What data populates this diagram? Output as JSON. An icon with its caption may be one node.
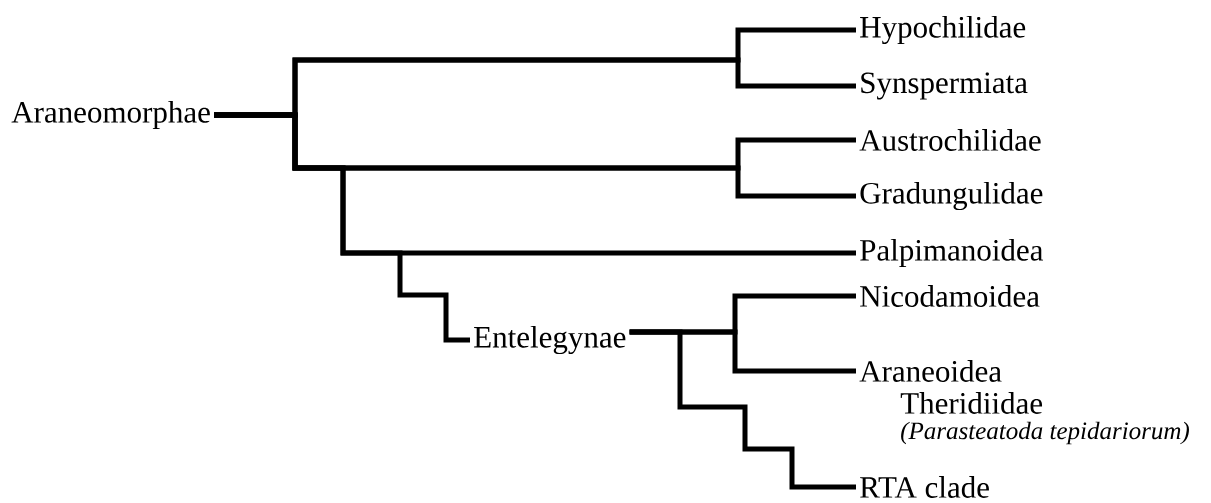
{
  "diagram": {
    "nodes": [
      {
        "text": [
          "Araneomorphae"
        ]
      },
      {
        "text": [
          "Hypochilidae"
        ]
      },
      {
        "text": [
          "Synspermiata"
        ]
      },
      {
        "text": [
          "Austrochilidae"
        ]
      },
      {
        "text": [
          "Gradungulidae"
        ]
      },
      {
        "text": [
          "Palpimanoidea"
        ]
      },
      {
        "text": [
          "Entelegynae"
        ]
      },
      {
        "text": [
          "Nicodamoidea"
        ]
      },
      {
        "text": [
          "Araneoidea"
        ],
        "beside": [
          "Theridiidae",
          "(Parasteatoda tepidariorum)"
        ]
      },
      {
        "text": [
          "RTA clade"
        ]
      }
    ],
    "edges": [
      {
        "from": 0,
        "to": 1,
        "arrow": "none"
      },
      {
        "from": 0,
        "to": 2,
        "arrow": "none"
      },
      {
        "from": 0,
        "to": 3,
        "arrow": "none"
      },
      {
        "from": 0,
        "to": 4,
        "arrow": "none"
      },
      {
        "from": 0,
        "to": 5,
        "arrow": "none"
      },
      {
        "from": 0,
        "to": 6,
        "arrow": "none"
      },
      {
        "from": 6,
        "to": 7,
        "arrow": "none"
      },
      {
        "from": 6,
        "to": 8,
        "arrow": "none"
      },
      {
        "from": 6,
        "to": 9,
        "arrow": "none"
      }
    ]
  }
}
